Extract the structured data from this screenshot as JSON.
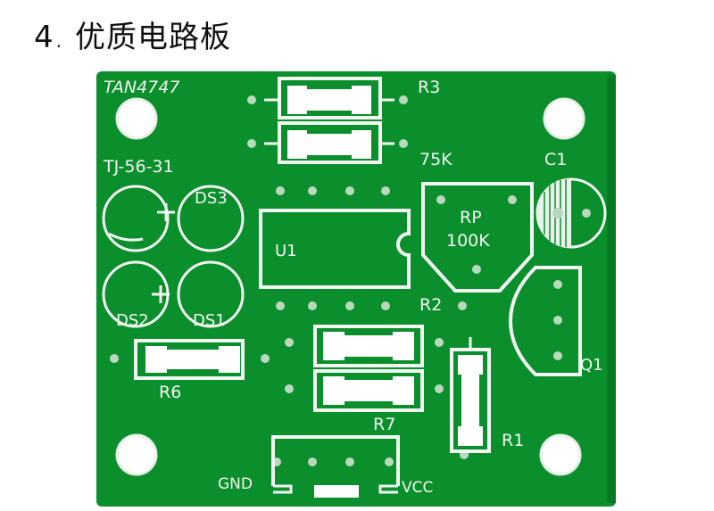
{
  "heading": {
    "number": "4",
    "separator": ".",
    "title": "优质电路板"
  },
  "board": {
    "colors": {
      "pcb": "#0b8f2c",
      "pcb_dark": "#087a24",
      "silk": "#f2f7f2",
      "pad": "#ffffff",
      "hole": "#ffffff"
    },
    "labels": {
      "brand": "TAN4747",
      "r3": "R3",
      "value_75k": "75K",
      "c1": "C1",
      "tj": "TJ-56-31",
      "ds3": "DS3",
      "ds2": "DS2",
      "ds1": "DS1",
      "u1": "U1",
      "rp": "RP",
      "rp_value": "100K",
      "r2": "R2",
      "q1": "Q1",
      "r6": "R6",
      "r7": "R7",
      "r1": "R1",
      "gnd": "GND",
      "vcc": "VCC"
    }
  }
}
